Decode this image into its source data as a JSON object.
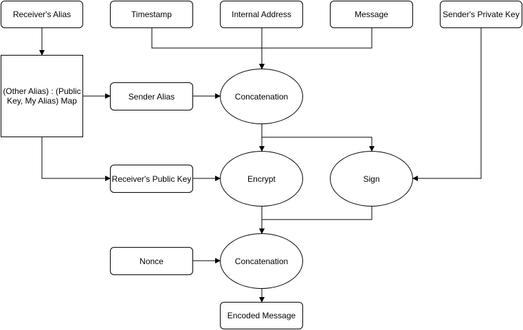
{
  "nodes": {
    "receivers_alias": "Receiver's Alias",
    "timestamp": "Timestamp",
    "internal_address": "Internal Address",
    "message": "Message",
    "senders_private_key": "Sender's Private Key",
    "alias_map": "(Other Alias) : (Public Key, My Alias) Map",
    "sender_alias": "Sender Alias",
    "concatenation_1": "Concatenation",
    "receivers_public_key": "Receiver's Public Key",
    "encrypt": "Encrypt",
    "sign": "Sign",
    "nonce": "Nonce",
    "concatenation_2": "Concatenation",
    "encoded_message": "Encoded Message"
  },
  "edges": [
    {
      "from": "receivers_alias",
      "to": "alias_map"
    },
    {
      "from": "timestamp",
      "to": "concatenation_1"
    },
    {
      "from": "internal_address",
      "to": "concatenation_1"
    },
    {
      "from": "message",
      "to": "concatenation_1"
    },
    {
      "from": "alias_map",
      "to": "sender_alias"
    },
    {
      "from": "sender_alias",
      "to": "concatenation_1"
    },
    {
      "from": "alias_map",
      "to": "receivers_public_key"
    },
    {
      "from": "receivers_public_key",
      "to": "encrypt"
    },
    {
      "from": "concatenation_1",
      "to": "encrypt"
    },
    {
      "from": "concatenation_1",
      "to": "sign"
    },
    {
      "from": "senders_private_key",
      "to": "sign"
    },
    {
      "from": "encrypt",
      "to": "concatenation_2"
    },
    {
      "from": "sign",
      "to": "concatenation_2"
    },
    {
      "from": "nonce",
      "to": "concatenation_2"
    },
    {
      "from": "concatenation_2",
      "to": "encoded_message"
    }
  ]
}
